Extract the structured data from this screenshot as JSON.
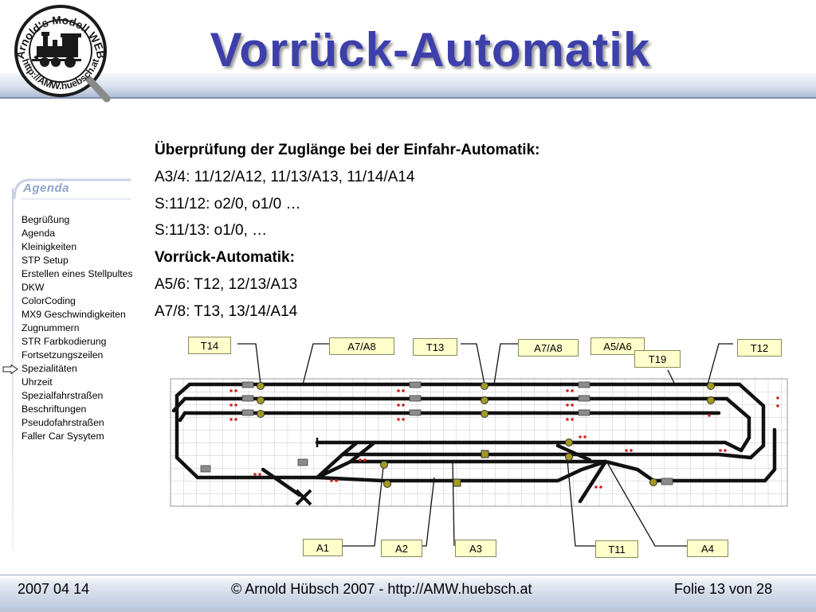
{
  "slide": {
    "title": "Vorrück-Automatik",
    "logo": {
      "top_text": "Arnold's Modell WEB",
      "bottom_text": "http://AMW.huebsch.at",
      "icon": "locomotive-magnifier-logo"
    }
  },
  "agenda": {
    "heading": "Agenda",
    "current_marker_icon": "arrow-right-outline-icon",
    "current_index": 11,
    "items": [
      "Begrüßung",
      "Agenda",
      "Kleinigkeiten",
      "STP Setup",
      "Erstellen eines Stellpultes",
      "DKW",
      "ColorCoding",
      "MX9 Geschwindigkeiten",
      "Zugnummern",
      "STR  Farbkodierung",
      "Fortsetzungszeilen",
      "Spezialitäten",
      "Uhrzeit",
      "Spezialfahrstraßen",
      "Beschriftungen",
      "Pseudofahrstraßen",
      "Faller Car Sysytem"
    ]
  },
  "content": {
    "heading1": "Überprüfung der Zuglänge bei der Einfahr-Automatik:",
    "line1": "A3/4: 11/12/A12, 11/13/A13, 11/14/A14",
    "line2": "S:11/12: o2/0, o1/0 …",
    "line3": "S:11/13: o1/0, …",
    "heading2": "Vorrück-Automatik:",
    "line4": "A5/6: T12, 12/13/A13",
    "line5": "A7/8: T13, 13/14/A14"
  },
  "diagram": {
    "top_labels": [
      "T14",
      "A7/A8",
      "T13",
      "A7/A8",
      "A5/A6",
      "T19",
      "T12"
    ],
    "bottom_labels": [
      "A1",
      "A2",
      "A3",
      "T11",
      "A4"
    ]
  },
  "footer": {
    "date": "2007 04 14",
    "copyright": "© Arnold Hübsch 2007   -   http://AMW.huebsch.at",
    "slide_number": "Folie 13 von  28"
  },
  "colors": {
    "title": "#3d3faa",
    "label_fill": "#ffffcc",
    "signal_lamp": "#a39a1e",
    "grid_line": "#c8c8c8"
  }
}
